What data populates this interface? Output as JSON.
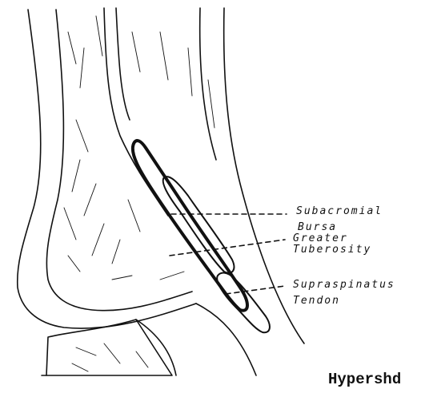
{
  "labels": {
    "subacromial_bursa_line1": "Subacromial",
    "subacromial_bursa_line2": "Bursa",
    "greater_tuberosity_line1": "Greater",
    "greater_tuberosity_line2": "Tuberosity",
    "supraspinatus_tendon_line1": "Supraspinatus",
    "supraspinatus_tendon_line2": "Tendon"
  },
  "caption": "Hypershd",
  "colors": {
    "ink": "#111111",
    "background": "#ffffff"
  }
}
